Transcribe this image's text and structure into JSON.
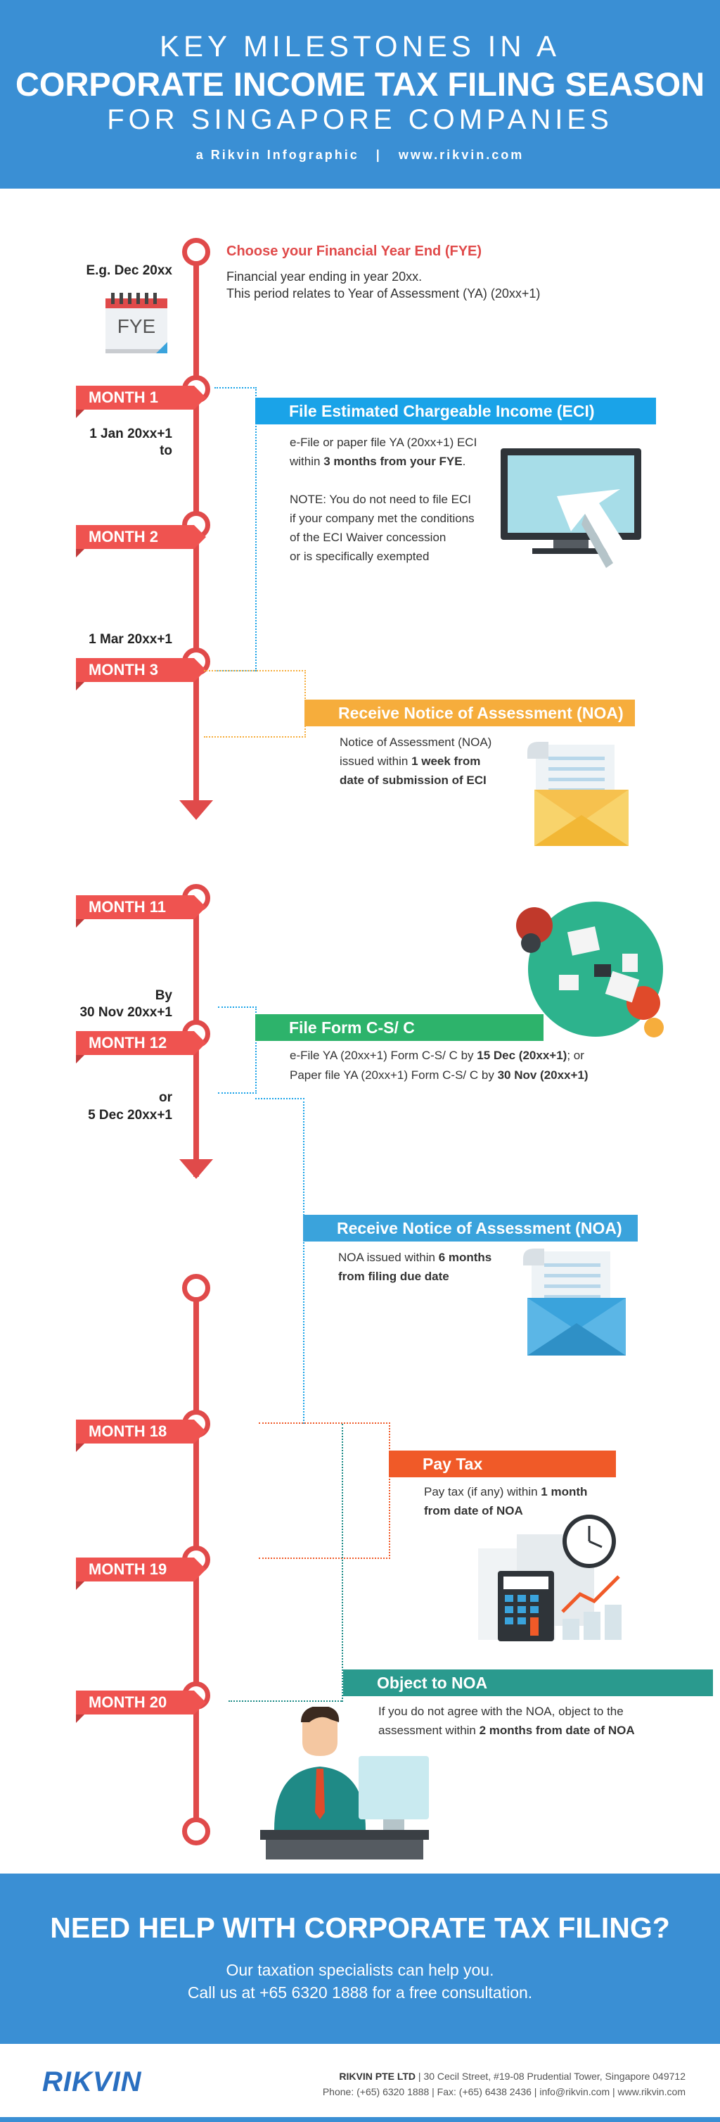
{
  "header": {
    "line1": "KEY MILESTONES IN A",
    "line2": "CORPORATE INCOME TAX FILING SEASON",
    "line3": "FOR SINGAPORE COMPANIES",
    "byline": "a Rikvin Infographic   |   www.rikvin.com"
  },
  "fye": {
    "example": "E.g. Dec 20xx",
    "calendar_text": "FYE",
    "title": "Choose your Financial Year End (FYE)",
    "line1": "Financial year ending in year 20xx.",
    "line2": "This period relates to Year of Assessment (YA) (20xx+1)"
  },
  "months": {
    "m1": "MONTH 1",
    "m2": "MONTH 2",
    "m3": "MONTH 3",
    "m11": "MONTH 11",
    "m12": "MONTH 12",
    "m18": "MONTH 18",
    "m19": "MONTH 19",
    "m20": "MONTH 20"
  },
  "dates": {
    "d1a": "1 Jan 20xx+1",
    "d1b": "to",
    "d3": "1 Mar 20xx+1",
    "by": "By",
    "nov": "30 Nov 20xx+1",
    "or": "or",
    "dec": "5 Dec 20xx+1"
  },
  "eci": {
    "title": "File Estimated Chargeable Income (ECI)",
    "l1": "e-File or paper file YA (20xx+1) ECI",
    "l2a": "within ",
    "l2b": "3 months from your FYE",
    ".": ".",
    "n1": "NOTE: You do not need to file ECI",
    "n2": "if your company met the conditions",
    "n3": "of the ECI Waiver concession",
    "n4": "or is specifically exempted"
  },
  "noa1": {
    "title": "Receive Notice of Assessment (NOA)",
    "l1": "Notice of Assessment (NOA)",
    "l2a": "issued within ",
    "l2b": "1 week from",
    "l3": "date of submission of ECI"
  },
  "formcs": {
    "title": "File Form C-S/ C",
    "l1a": "e-File YA (20xx+1) Form C-S/ C by ",
    "l1b": "15 Dec (20xx+1)",
    "l1c": "; or",
    "l2a": "Paper file YA (20xx+1) Form C-S/ C by ",
    "l2b": "30 Nov (20xx+1)"
  },
  "noa2": {
    "title": "Receive Notice of Assessment (NOA)",
    "l1a": "NOA issued within ",
    "l1b": "6 months",
    "l2": "from filing due date"
  },
  "paytax": {
    "title": "Pay Tax",
    "l1a": "Pay tax (if any) within ",
    "l1b": "1 month",
    "l2": "from date of NOA"
  },
  "object": {
    "title": "Object to NOA",
    "l1": "If you do not agree with the NOA, object to the",
    "l2a": "assessment within ",
    "l2b": "2 months from date of NOA"
  },
  "cta": {
    "title": "NEED HELP WITH CORPORATE TAX FILING?",
    "l1": "Our taxation specialists can help you.",
    "l2": "Call us at +65 6320 1888 for a free consultation."
  },
  "footer": {
    "logo": "RIKVIN",
    "company": "RIKVIN PTE LTD",
    "address": " | 30 Cecil Street, #19-08 Prudential Tower, Singapore 049712",
    "contact": "Phone: (+65) 6320 1888 | Fax: (+65) 6438 2436 | info@rikvin.com | www.rikvin.com"
  },
  "colors": {
    "header": "#3a8fd4",
    "timeline": "#e04a4a",
    "eci": "#1aa3e8",
    "noa1": "#f6ad3c",
    "formcs": "#2db36b",
    "noa2": "#3aa3dc",
    "paytax": "#f05a28",
    "object": "#2a9a8e"
  }
}
